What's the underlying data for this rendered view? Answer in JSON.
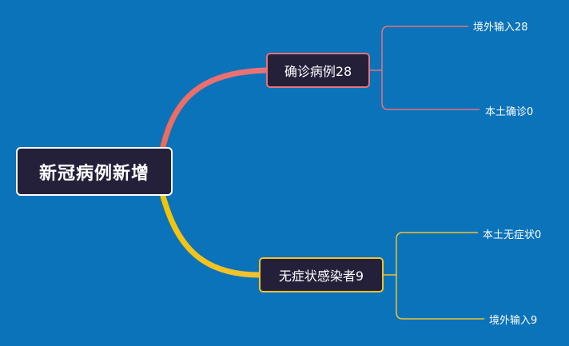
{
  "root": {
    "label": "新冠病例新增"
  },
  "branches": [
    {
      "label": "确诊病例28",
      "color": "#e8737a",
      "children": [
        {
          "label": "境外输入28"
        },
        {
          "label": "本土确诊0"
        }
      ]
    },
    {
      "label": "无症状感染者9",
      "color": "#f2c230",
      "children": [
        {
          "label": "本土无症状0"
        },
        {
          "label": "境外输入9"
        }
      ]
    }
  ],
  "colors": {
    "background": "#0b73b9",
    "node_fill": "#24203a",
    "root_border": "#ffffff",
    "leaf_text": "#ffffff"
  }
}
